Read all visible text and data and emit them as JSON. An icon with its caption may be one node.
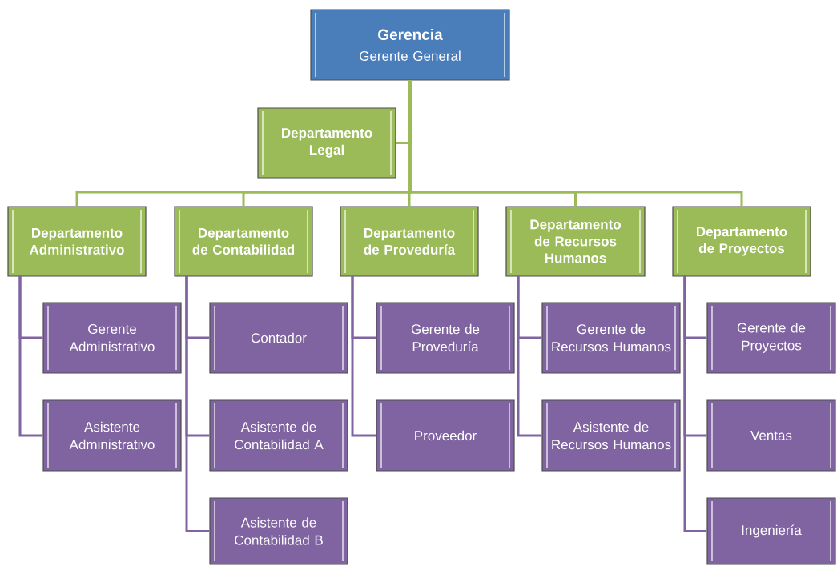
{
  "diagram": {
    "nodes": [
      {
        "text": [
          "Gerencia",
          "Gerente General"
        ]
      },
      {
        "text": [
          "Departamento Legal"
        ]
      },
      {
        "text": [
          "Departamento Administrativo"
        ]
      },
      {
        "text": [
          "Departamento de Contabilidad"
        ]
      },
      {
        "text": [
          "Departamento de Proveduría"
        ]
      },
      {
        "text": [
          "Departamento de Recursos Humanos"
        ]
      },
      {
        "text": [
          "Departamento de Proyectos"
        ]
      },
      {
        "text": [
          "Gerente Administrativo"
        ]
      },
      {
        "text": [
          "Asistente Administrativo"
        ]
      },
      {
        "text": [
          "Contador"
        ]
      },
      {
        "text": [
          "Asistente de Contabilidad A"
        ]
      },
      {
        "text": [
          "Asistente de Contabilidad B"
        ]
      },
      {
        "text": [
          "Gerente de Proveduría"
        ]
      },
      {
        "text": [
          "Proveedor"
        ]
      },
      {
        "text": [
          "Gerente de Recursos Humanos"
        ]
      },
      {
        "text": [
          "Asistente de Recursos Humanos"
        ]
      },
      {
        "text": [
          "Gerente de Proyectos"
        ]
      },
      {
        "text": [
          "Ventas"
        ]
      },
      {
        "text": [
          "Ingeniería"
        ]
      }
    ],
    "edges": [
      {
        "from": 0,
        "to": 1,
        "arrow": "none",
        "color": "#9bbb59"
      },
      {
        "from": 0,
        "to": 2,
        "arrow": "none",
        "color": "#9bbb59"
      },
      {
        "from": 0,
        "to": 3,
        "arrow": "none",
        "color": "#9bbb59"
      },
      {
        "from": 0,
        "to": 4,
        "arrow": "none",
        "color": "#9bbb59"
      },
      {
        "from": 0,
        "to": 5,
        "arrow": "none",
        "color": "#9bbb59"
      },
      {
        "from": 0,
        "to": 6,
        "arrow": "none",
        "color": "#9bbb59"
      },
      {
        "from": 2,
        "to": 7,
        "arrow": "none"
      },
      {
        "from": 2,
        "to": 8,
        "arrow": "none"
      },
      {
        "from": 3,
        "to": 9,
        "arrow": "none"
      },
      {
        "from": 3,
        "to": 10,
        "arrow": "none"
      },
      {
        "from": 3,
        "to": 11,
        "arrow": "none"
      },
      {
        "from": 4,
        "to": 12,
        "arrow": "none"
      },
      {
        "from": 4,
        "to": 13,
        "arrow": "none"
      },
      {
        "from": 5,
        "to": 14,
        "arrow": "none"
      },
      {
        "from": 5,
        "to": 15,
        "arrow": "none"
      },
      {
        "from": 6,
        "to": 16,
        "arrow": "none"
      },
      {
        "from": 6,
        "to": 17,
        "arrow": "none"
      },
      {
        "from": 6,
        "to": 18,
        "arrow": "none"
      }
    ]
  }
}
